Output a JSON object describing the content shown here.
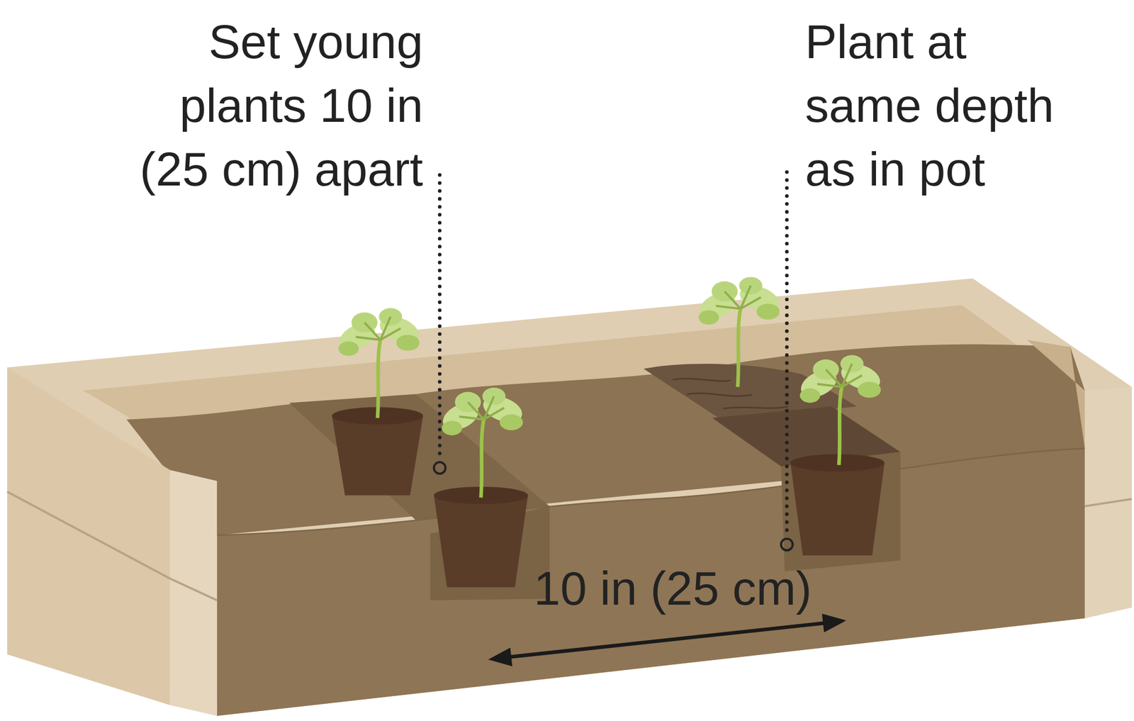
{
  "diagram": {
    "labels": [
      "Set young plants 10 in (25 cm) apart",
      "Plant at same depth as in pot",
      "10 in (25 cm)"
    ]
  }
}
